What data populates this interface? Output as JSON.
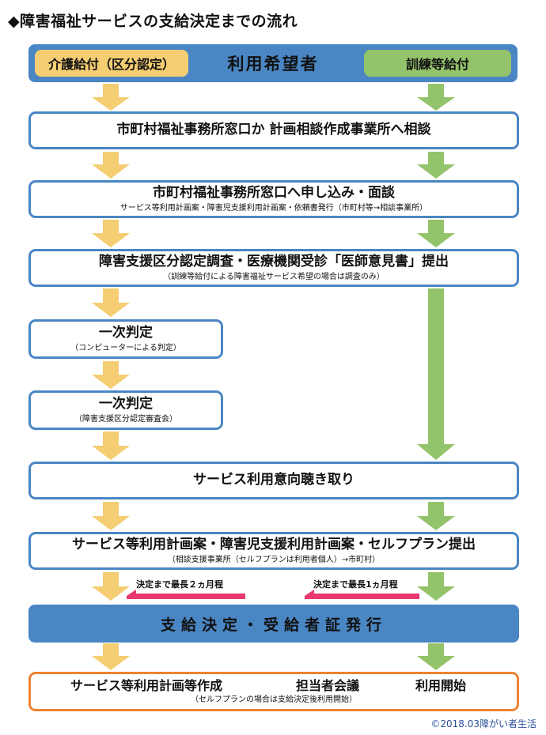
{
  "title": "◆障害福祉サービスの支給決定までの流れ",
  "header": {
    "left_label": "介護給付（区分認定）",
    "center_label": "利用希望者",
    "right_label": "訓練等給付"
  },
  "steps": {
    "consult": {
      "main": "市町村福祉事務所窓口か 計画相談作成事業所へ相談"
    },
    "apply": {
      "main": "市町村福祉事務所窓口へ申し込み・面談",
      "sub": "サービス等利用計画案・障害児支援利用計画案・依頼書発行（市町村等→相談事業所）"
    },
    "survey": {
      "main": "障害支援区分認定調査・医療機関受診「医師意見書」提出",
      "sub": "（訓練等給付による障害福祉サービス希望の場合は調査のみ）"
    },
    "judge1": {
      "main": "一次判定",
      "sub": "（コンピューターによる判定）"
    },
    "judge2": {
      "main": "一次判定",
      "sub": "（障害支援区分認定審査会）"
    },
    "hearing": {
      "main": "サービス利用意向聴き取り"
    },
    "plan": {
      "main": "サービス等利用計画案・障害児支援利用計画案・セルフプラン提出",
      "sub": "（相談支援事業所（セルフプランは利用者個人）→市町村）"
    },
    "decision": {
      "main": "支給決定・受給者証発行"
    },
    "final": {
      "create": "サービス等利用計画等作成",
      "meeting": "担当者会議",
      "start": "利用開始",
      "sub": "（セルフプランの場合は支給決定後利用開始）"
    }
  },
  "notes": {
    "left": "決定まで最長２ヵ月程",
    "right": "決定まで最長1ヵ月程"
  },
  "copyright": "©2018.03障がい者生活",
  "colors": {
    "box_border": "#4a86c3",
    "header_bg": "#4a86c3",
    "yellow": "#f5cd72",
    "green": "#93c36a",
    "orange": "#ee8232",
    "pink_arrow": "#e8386d",
    "copyright": "#2b4f9a"
  }
}
